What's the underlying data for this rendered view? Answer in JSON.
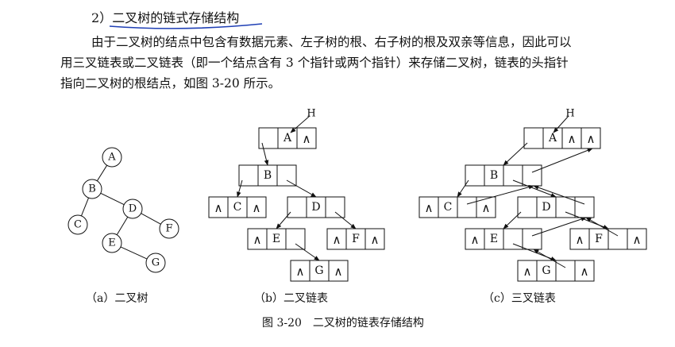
{
  "section": {
    "number": "2）",
    "title": "二叉树的链式存储结构",
    "paragraph_lines": [
      "由于二叉树的结点中包含有数据元素、左子树的根、右子树的根及双亲等信息，因此可以",
      "用三叉链表或二叉链表（即一个结点含有 3 个指针或两个指针）来存储二叉树，链表的头指针",
      "指向二叉树的根结点，如图 3-20 所示。"
    ]
  },
  "figure": {
    "caption": "图 3-20　二叉树的链表存储结构",
    "null_symbol": "∧",
    "head_pointer_label": "H",
    "tree": {
      "label": "（a）二叉树",
      "nodes": [
        "A",
        "B",
        "C",
        "D",
        "E",
        "F",
        "G"
      ],
      "edges": [
        [
          "A",
          "B"
        ],
        [
          "B",
          "C"
        ],
        [
          "B",
          "D"
        ],
        [
          "D",
          "E"
        ],
        [
          "D",
          "F"
        ],
        [
          "E",
          "G"
        ]
      ]
    },
    "binary_list": {
      "label": "（b）二叉链表",
      "cells_per_node": [
        "lchild",
        "data",
        "rchild"
      ]
    },
    "triple_list": {
      "label": "（c）三叉链表",
      "cells_per_node": [
        "lchild",
        "data",
        "rchild",
        "parent"
      ]
    }
  },
  "colors": {
    "title_underline": "#1f3fb5",
    "ink": "#111111"
  }
}
